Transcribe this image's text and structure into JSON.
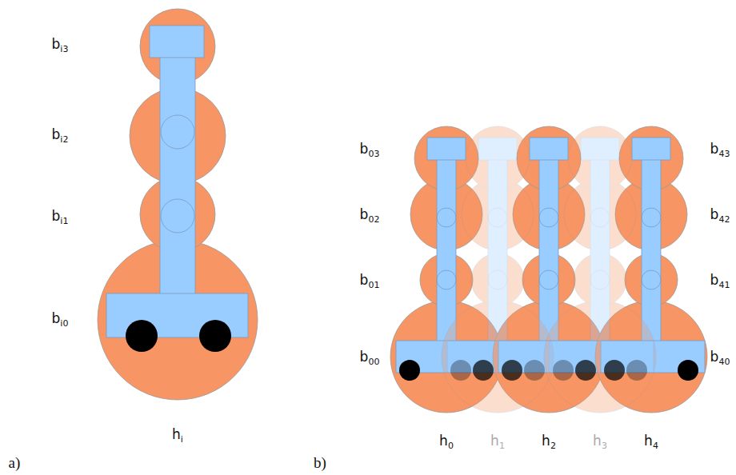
{
  "diagram": {
    "labels": [
      "b_i3",
      "b_i2",
      "b_i1",
      "b_i0",
      "h_i",
      "a)",
      "b_03",
      "b_02",
      "b_01",
      "b_00",
      "b_43",
      "b_42",
      "b_41",
      "b_40",
      "h_0",
      "h_1",
      "h_2",
      "h_3",
      "h_4",
      "b)"
    ]
  }
}
